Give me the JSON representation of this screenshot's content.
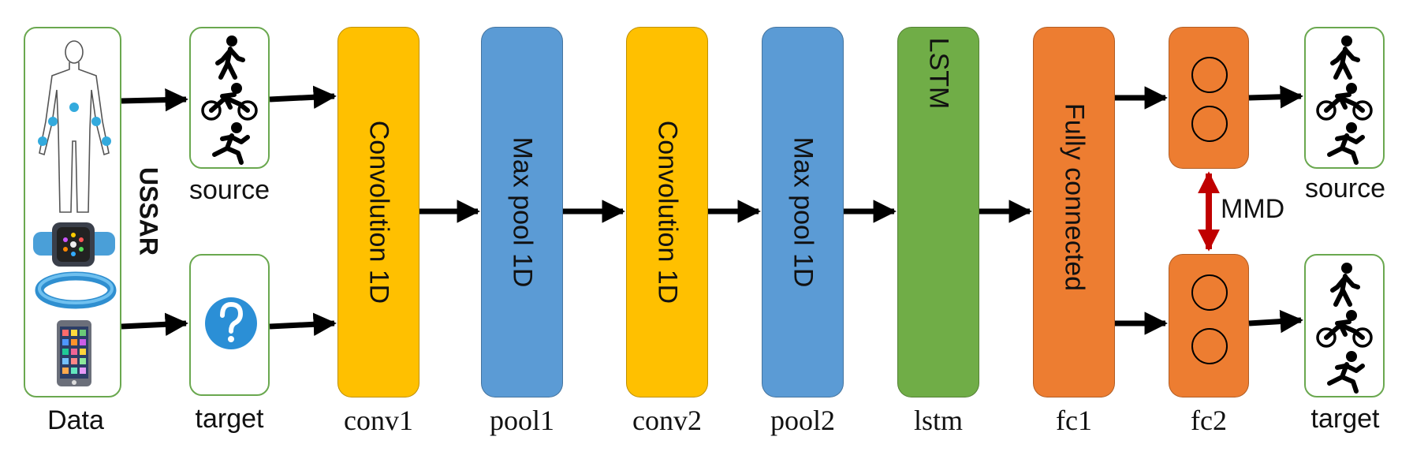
{
  "data_box": {
    "label": "Data",
    "dataset": "USSAR"
  },
  "source_in": {
    "label": "source"
  },
  "target_in": {
    "label": "target"
  },
  "layers": [
    {
      "id": "conv1",
      "text": "Convolution 1D",
      "label": "conv1",
      "color": "#ffc000"
    },
    {
      "id": "pool1",
      "text": "Max pool 1D",
      "label": "pool1",
      "color": "#5b9bd5"
    },
    {
      "id": "conv2",
      "text": "Convolution 1D",
      "label": "conv2",
      "color": "#ffc000"
    },
    {
      "id": "pool2",
      "text": "Max pool 1D",
      "label": "pool2",
      "color": "#5b9bd5"
    },
    {
      "id": "lstm",
      "text": "LSTM",
      "label": "lstm",
      "color": "#70ad47"
    },
    {
      "id": "fc1",
      "text": "Fully connected",
      "label": "fc1",
      "color": "#ed7d31"
    }
  ],
  "fc2": {
    "label": "fc2",
    "color": "#ed7d31"
  },
  "mmd": {
    "label": "MMD",
    "color": "#c00000"
  },
  "source_out": {
    "label": "source"
  },
  "target_out": {
    "label": "target"
  },
  "colors": {
    "frame": "#6aa84f",
    "arrow": "#000000",
    "icon_blue": "#2b8fd6"
  },
  "icons": [
    "human-body-icon",
    "smartwatch-icon",
    "wristband-icon",
    "smartphone-icon",
    "walking-icon",
    "cycling-icon",
    "running-icon",
    "question-icon"
  ]
}
